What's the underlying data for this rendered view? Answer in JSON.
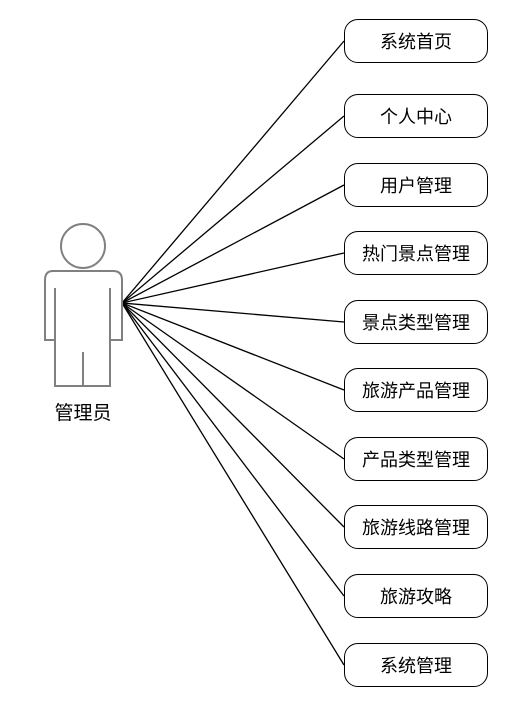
{
  "actor": {
    "label": "管理员"
  },
  "use_cases": [
    {
      "label": "系统首页"
    },
    {
      "label": "个人中心"
    },
    {
      "label": "用户管理"
    },
    {
      "label": "热门景点管理"
    },
    {
      "label": "景点类型管理"
    },
    {
      "label": "旅游产品管理"
    },
    {
      "label": "产品类型管理"
    },
    {
      "label": "旅游线路管理"
    },
    {
      "label": "旅游攻略"
    },
    {
      "label": "系统管理"
    }
  ],
  "colors": {
    "actor_stroke": "#808080",
    "line": "#000000"
  }
}
